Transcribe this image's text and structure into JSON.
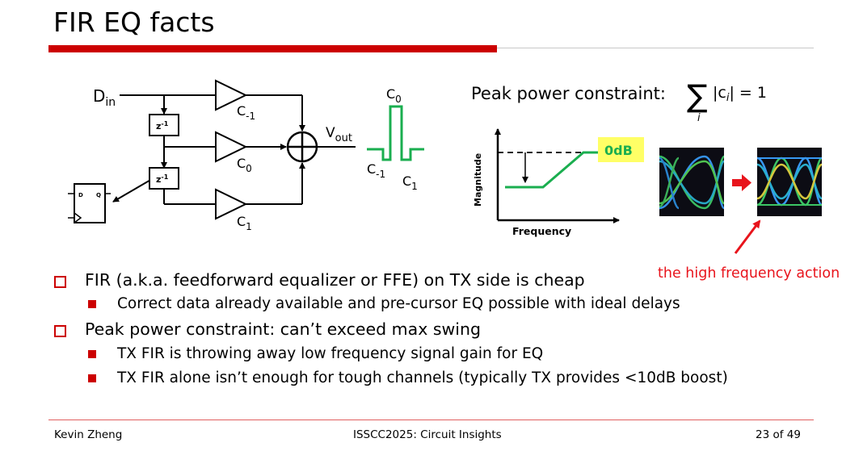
{
  "slide": {
    "title": "FIR EQ facts",
    "footer": {
      "author": "Kevin Zheng",
      "venue": "ISSCC2025: Circuit Insights",
      "page": "23 of 49"
    }
  },
  "fir_diagram": {
    "input": "D",
    "input_sub": "in",
    "delay": "z",
    "delay_sup": "-1",
    "taps": [
      {
        "base": "C",
        "sub": "-1"
      },
      {
        "base": "C",
        "sub": "0"
      },
      {
        "base": "C",
        "sub": "1"
      }
    ],
    "output": "V",
    "output_sub": "out",
    "ff_d": "D",
    "ff_q": "Q"
  },
  "pulse": {
    "labels": [
      {
        "base": "C",
        "sub": "0"
      },
      {
        "base": "C",
        "sub": "-1"
      },
      {
        "base": "C",
        "sub": "1"
      }
    ],
    "color": "#1aae4f"
  },
  "constraint": {
    "label": "Peak power constraint:",
    "formula": "|c",
    "formula_i": "i",
    "formula_tail": "| = 1",
    "sigma": "∑",
    "sigma_index": "i"
  },
  "freq_plot": {
    "ylabel": "Magnitude",
    "xlabel": "Frequency",
    "level_label": "0dB",
    "level_bg": "#ffff66",
    "curve_color": "#1aae4f"
  },
  "annotation": {
    "text": "the high frequency action",
    "color": "#e8141c"
  },
  "bullets": [
    {
      "level": 1,
      "text": "FIR (a.k.a. feedforward equalizer or FFE) on TX side is cheap"
    },
    {
      "level": 2,
      "text": "Correct data already available and pre-cursor EQ possible with ideal delays"
    },
    {
      "level": 1,
      "text": "Peak power constraint: can’t exceed max swing"
    },
    {
      "level": 2,
      "text": "TX FIR is throwing away low frequency signal gain for EQ"
    },
    {
      "level": 2,
      "text": "TX FIR alone isn’t enough for tough channels (typically TX provides <10dB boost)"
    }
  ],
  "colors": {
    "accent": "#cc0000",
    "green": "#1aae4f"
  }
}
